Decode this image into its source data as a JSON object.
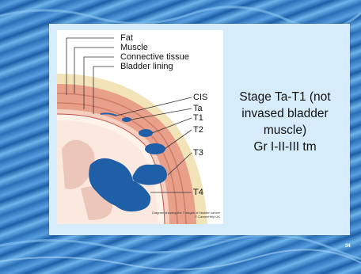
{
  "layers": {
    "fat": "Fat",
    "muscle": "Muscle",
    "connective": "Connective tissue",
    "lining": "Bladder lining"
  },
  "stages": {
    "cis": "CIS",
    "ta": "Ta",
    "t1": "T1",
    "t2": "T2",
    "t3": "T3",
    "t4": "T4"
  },
  "caption": {
    "line1": "Diagram showing the T stages of bladder cancer",
    "line2": "© CancerHelp UK"
  },
  "stage_text": {
    "line1": "Stage Ta-T1 (not",
    "line2": "invased bladder",
    "line3": "muscle)",
    "line4": "Gr I-II-III tm"
  },
  "page_number": "34",
  "colors": {
    "card": "#d6ecfb",
    "fat": "#f3e3b8",
    "muscle": "#e8a08a",
    "tumour": "#1f5fa8"
  }
}
